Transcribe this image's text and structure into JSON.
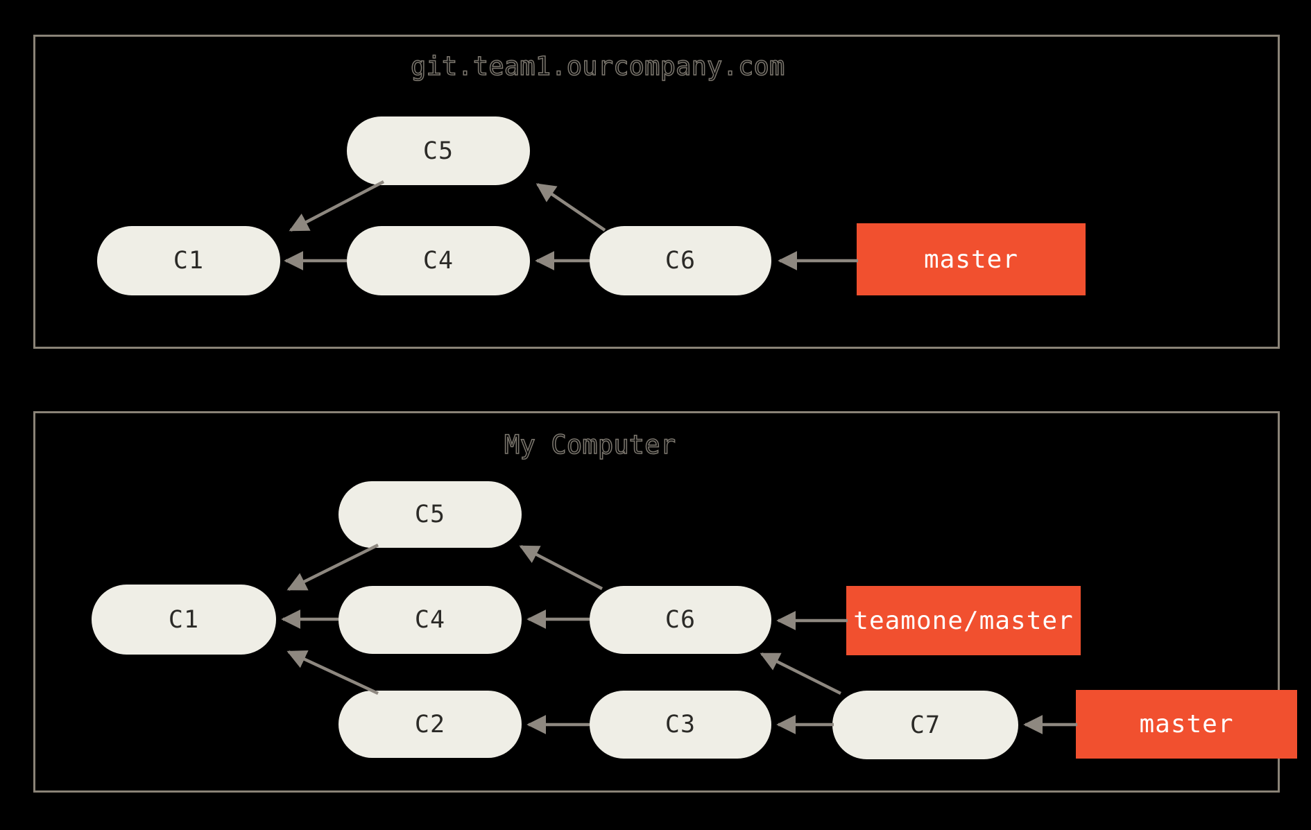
{
  "colors": {
    "background": "#000000",
    "panel_border": "#8A8377",
    "node_fill": "#EFEEE6",
    "node_text": "#2B2A27",
    "arrow": "#8E8880",
    "branch_fill": "#F1502F",
    "branch_text": "#FFFFFF",
    "title_outline": "#7D786F"
  },
  "remote_panel": {
    "title": "git.team1.ourcompany.com",
    "nodes": {
      "c1": "C1",
      "c4": "C4",
      "c5": "C5",
      "c6": "C6"
    },
    "branches": {
      "master": "master"
    },
    "edges": [
      "C4->C1",
      "C5->C1",
      "C6->C4",
      "C6->C5",
      "master->C6"
    ]
  },
  "local_panel": {
    "title": "My Computer",
    "nodes": {
      "c1": "C1",
      "c2": "C2",
      "c3": "C3",
      "c4": "C4",
      "c5": "C5",
      "c6": "C6",
      "c7": "C7"
    },
    "branches": {
      "teamone_master": "teamone/master",
      "master": "master"
    },
    "edges": [
      "C4->C1",
      "C5->C1",
      "C2->C1",
      "C6->C4",
      "C6->C5",
      "C3->C2",
      "C7->C3",
      "C7->C6",
      "teamone/master->C6",
      "master->C7"
    ]
  }
}
